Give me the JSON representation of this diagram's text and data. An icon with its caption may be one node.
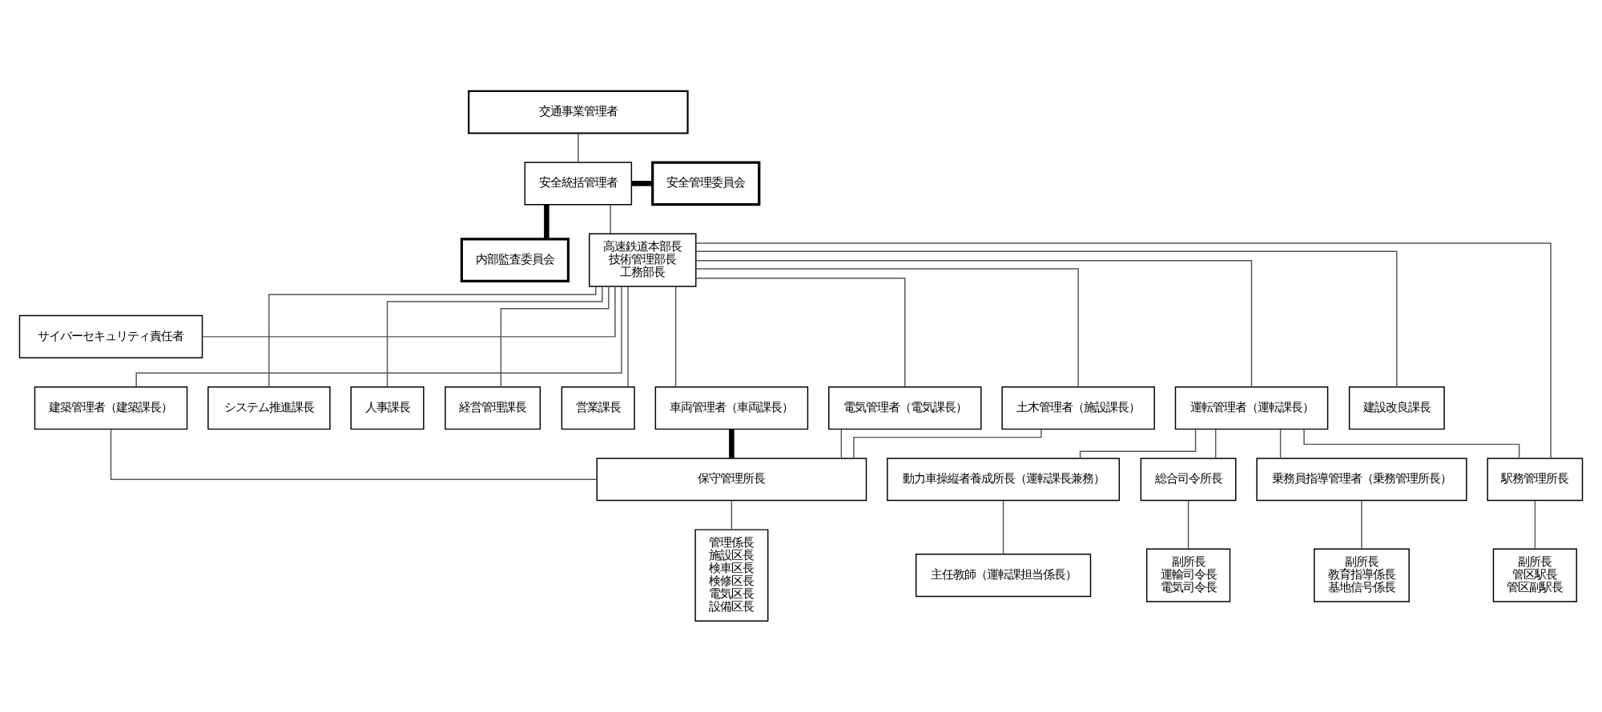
{
  "diagram": {
    "nodes": [
      {
        "text": [
          "交通事業管理者"
        ]
      },
      {
        "text": [
          "安全統括管理者"
        ]
      },
      {
        "text": [
          "安全管理委員会"
        ]
      },
      {
        "text": [
          "内部監査委員会"
        ]
      },
      {
        "text": [
          "高速鉄道本部長",
          "技術管理部長",
          "工務部長"
        ]
      },
      {
        "text": [
          "サイバーセキュリティ責任者"
        ]
      },
      {
        "text": [
          "システム推進課長"
        ]
      },
      {
        "text": [
          "人事課長"
        ]
      },
      {
        "text": [
          "経営管理課長"
        ]
      },
      {
        "text": [
          "営業課長"
        ]
      },
      {
        "text": [
          "運転管理者（運転課長）"
        ]
      },
      {
        "text": [
          "車両管理者（車両課長）"
        ]
      },
      {
        "text": [
          "建築管理者（建築課長）"
        ]
      },
      {
        "text": [
          "電気管理者（電気課長）"
        ]
      },
      {
        "text": [
          "土木管理者（施設課長）"
        ]
      },
      {
        "text": [
          "建設改良課長"
        ]
      },
      {
        "text": [
          "駅務管理所長"
        ]
      },
      {
        "text": [
          "乗務員指導管理者（乗務管理所長）"
        ]
      },
      {
        "text": [
          "動力車操縦者養成所長（運転課長兼務）"
        ]
      },
      {
        "text": [
          "総合司令所長"
        ]
      },
      {
        "text": [
          "保守管理所長"
        ]
      },
      {
        "text": [
          "副所長",
          "管区駅長",
          "管区副駅長"
        ]
      },
      {
        "text": [
          "副所長",
          "教育指導係長",
          "基地信号係長"
        ]
      },
      {
        "text": [
          "主任教師（運転課担当係長）"
        ]
      },
      {
        "text": [
          "副所長",
          "運輸司令長",
          "電気司令長"
        ]
      },
      {
        "text": [
          "管理係長",
          "施設区長",
          "検車区長",
          "検修区長",
          "電気区長",
          "設備区長"
        ]
      }
    ],
    "edges": [
      {
        "from": 0,
        "to": 1,
        "arrow": "none"
      },
      {
        "from": 1,
        "to": 2,
        "arrow": "none",
        "style": "thick"
      },
      {
        "from": 1,
        "to": 3,
        "arrow": "none",
        "style": "thick"
      },
      {
        "from": 1,
        "to": 4,
        "arrow": "none"
      },
      {
        "from": 4,
        "to": 5,
        "arrow": "none"
      },
      {
        "from": 4,
        "to": 6,
        "arrow": "none"
      },
      {
        "from": 4,
        "to": 7,
        "arrow": "none"
      },
      {
        "from": 4,
        "to": 8,
        "arrow": "none"
      },
      {
        "from": 4,
        "to": 9,
        "arrow": "none"
      },
      {
        "from": 4,
        "to": 16,
        "arrow": "none"
      },
      {
        "from": 4,
        "to": 10,
        "arrow": "none"
      },
      {
        "from": 4,
        "to": 11,
        "arrow": "none"
      },
      {
        "from": 4,
        "to": 12,
        "arrow": "none"
      },
      {
        "from": 4,
        "to": 13,
        "arrow": "none"
      },
      {
        "from": 4,
        "to": 14,
        "arrow": "none"
      },
      {
        "from": 4,
        "to": 15,
        "arrow": "none"
      },
      {
        "from": 10,
        "to": 16,
        "arrow": "none"
      },
      {
        "from": 10,
        "to": 17,
        "arrow": "none"
      },
      {
        "from": 10,
        "to": 18,
        "arrow": "none"
      },
      {
        "from": 10,
        "to": 19,
        "arrow": "none"
      },
      {
        "from": 11,
        "to": 20,
        "arrow": "none",
        "style": "thick"
      },
      {
        "from": 12,
        "to": 20,
        "arrow": "none"
      },
      {
        "from": 13,
        "to": 20,
        "arrow": "none"
      },
      {
        "from": 14,
        "to": 20,
        "arrow": "none"
      },
      {
        "from": 16,
        "to": 21,
        "arrow": "none"
      },
      {
        "from": 17,
        "to": 22,
        "arrow": "none"
      },
      {
        "from": 18,
        "to": 23,
        "arrow": "none"
      },
      {
        "from": 19,
        "to": 24,
        "arrow": "none"
      },
      {
        "from": 20,
        "to": 25,
        "arrow": "none"
      }
    ]
  }
}
